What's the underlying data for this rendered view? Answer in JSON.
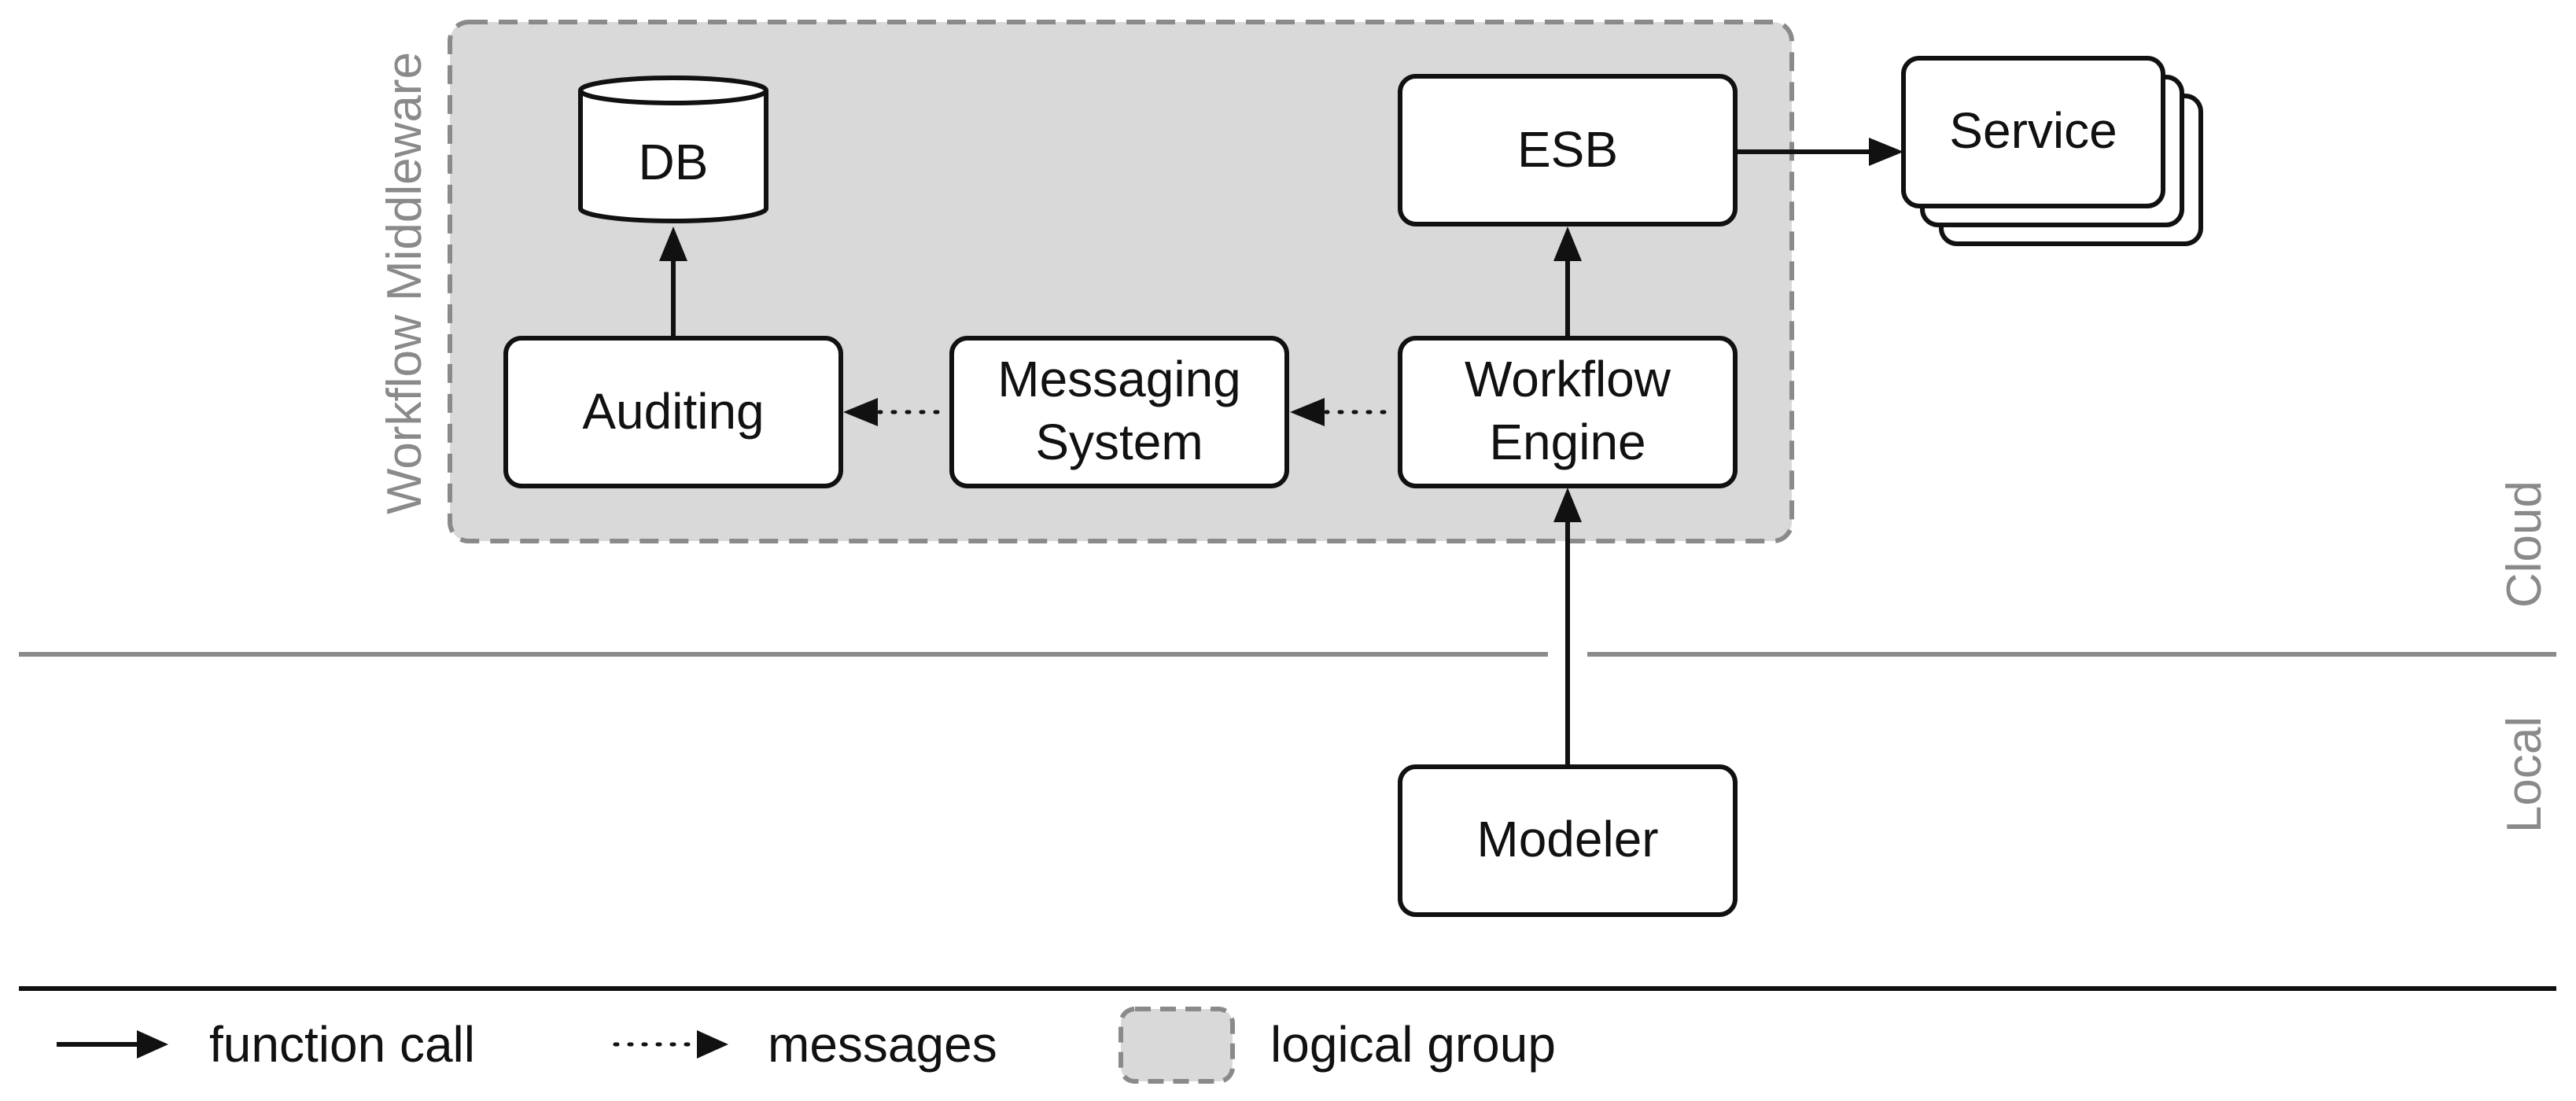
{
  "colors": {
    "group_fill": "#d9d9d9",
    "group_border": "#8a8a8a",
    "divider": "#8a8a8a",
    "line": "#111111",
    "zone_label": "#8a8a8a"
  },
  "group": {
    "label": "Workflow Middleware"
  },
  "nodes": {
    "db": "DB",
    "esb": "ESB",
    "service": "Service",
    "auditing": "Auditing",
    "messaging": [
      "Messaging",
      "System"
    ],
    "engine": [
      "Workflow",
      "Engine"
    ],
    "modeler": "Modeler"
  },
  "zones": {
    "cloud": "Cloud",
    "local": "Local"
  },
  "edges": [
    {
      "from": "auditing",
      "to": "db",
      "style": "function call"
    },
    {
      "from": "engine",
      "to": "esb",
      "style": "function call"
    },
    {
      "from": "esb",
      "to": "service",
      "style": "function call"
    },
    {
      "from": "engine",
      "to": "messaging",
      "style": "messages"
    },
    {
      "from": "messaging",
      "to": "auditing",
      "style": "messages"
    },
    {
      "from": "modeler",
      "to": "engine",
      "style": "function call"
    }
  ],
  "legend": {
    "function_call": "function call",
    "messages": "messages",
    "logical_group": "logical group"
  }
}
